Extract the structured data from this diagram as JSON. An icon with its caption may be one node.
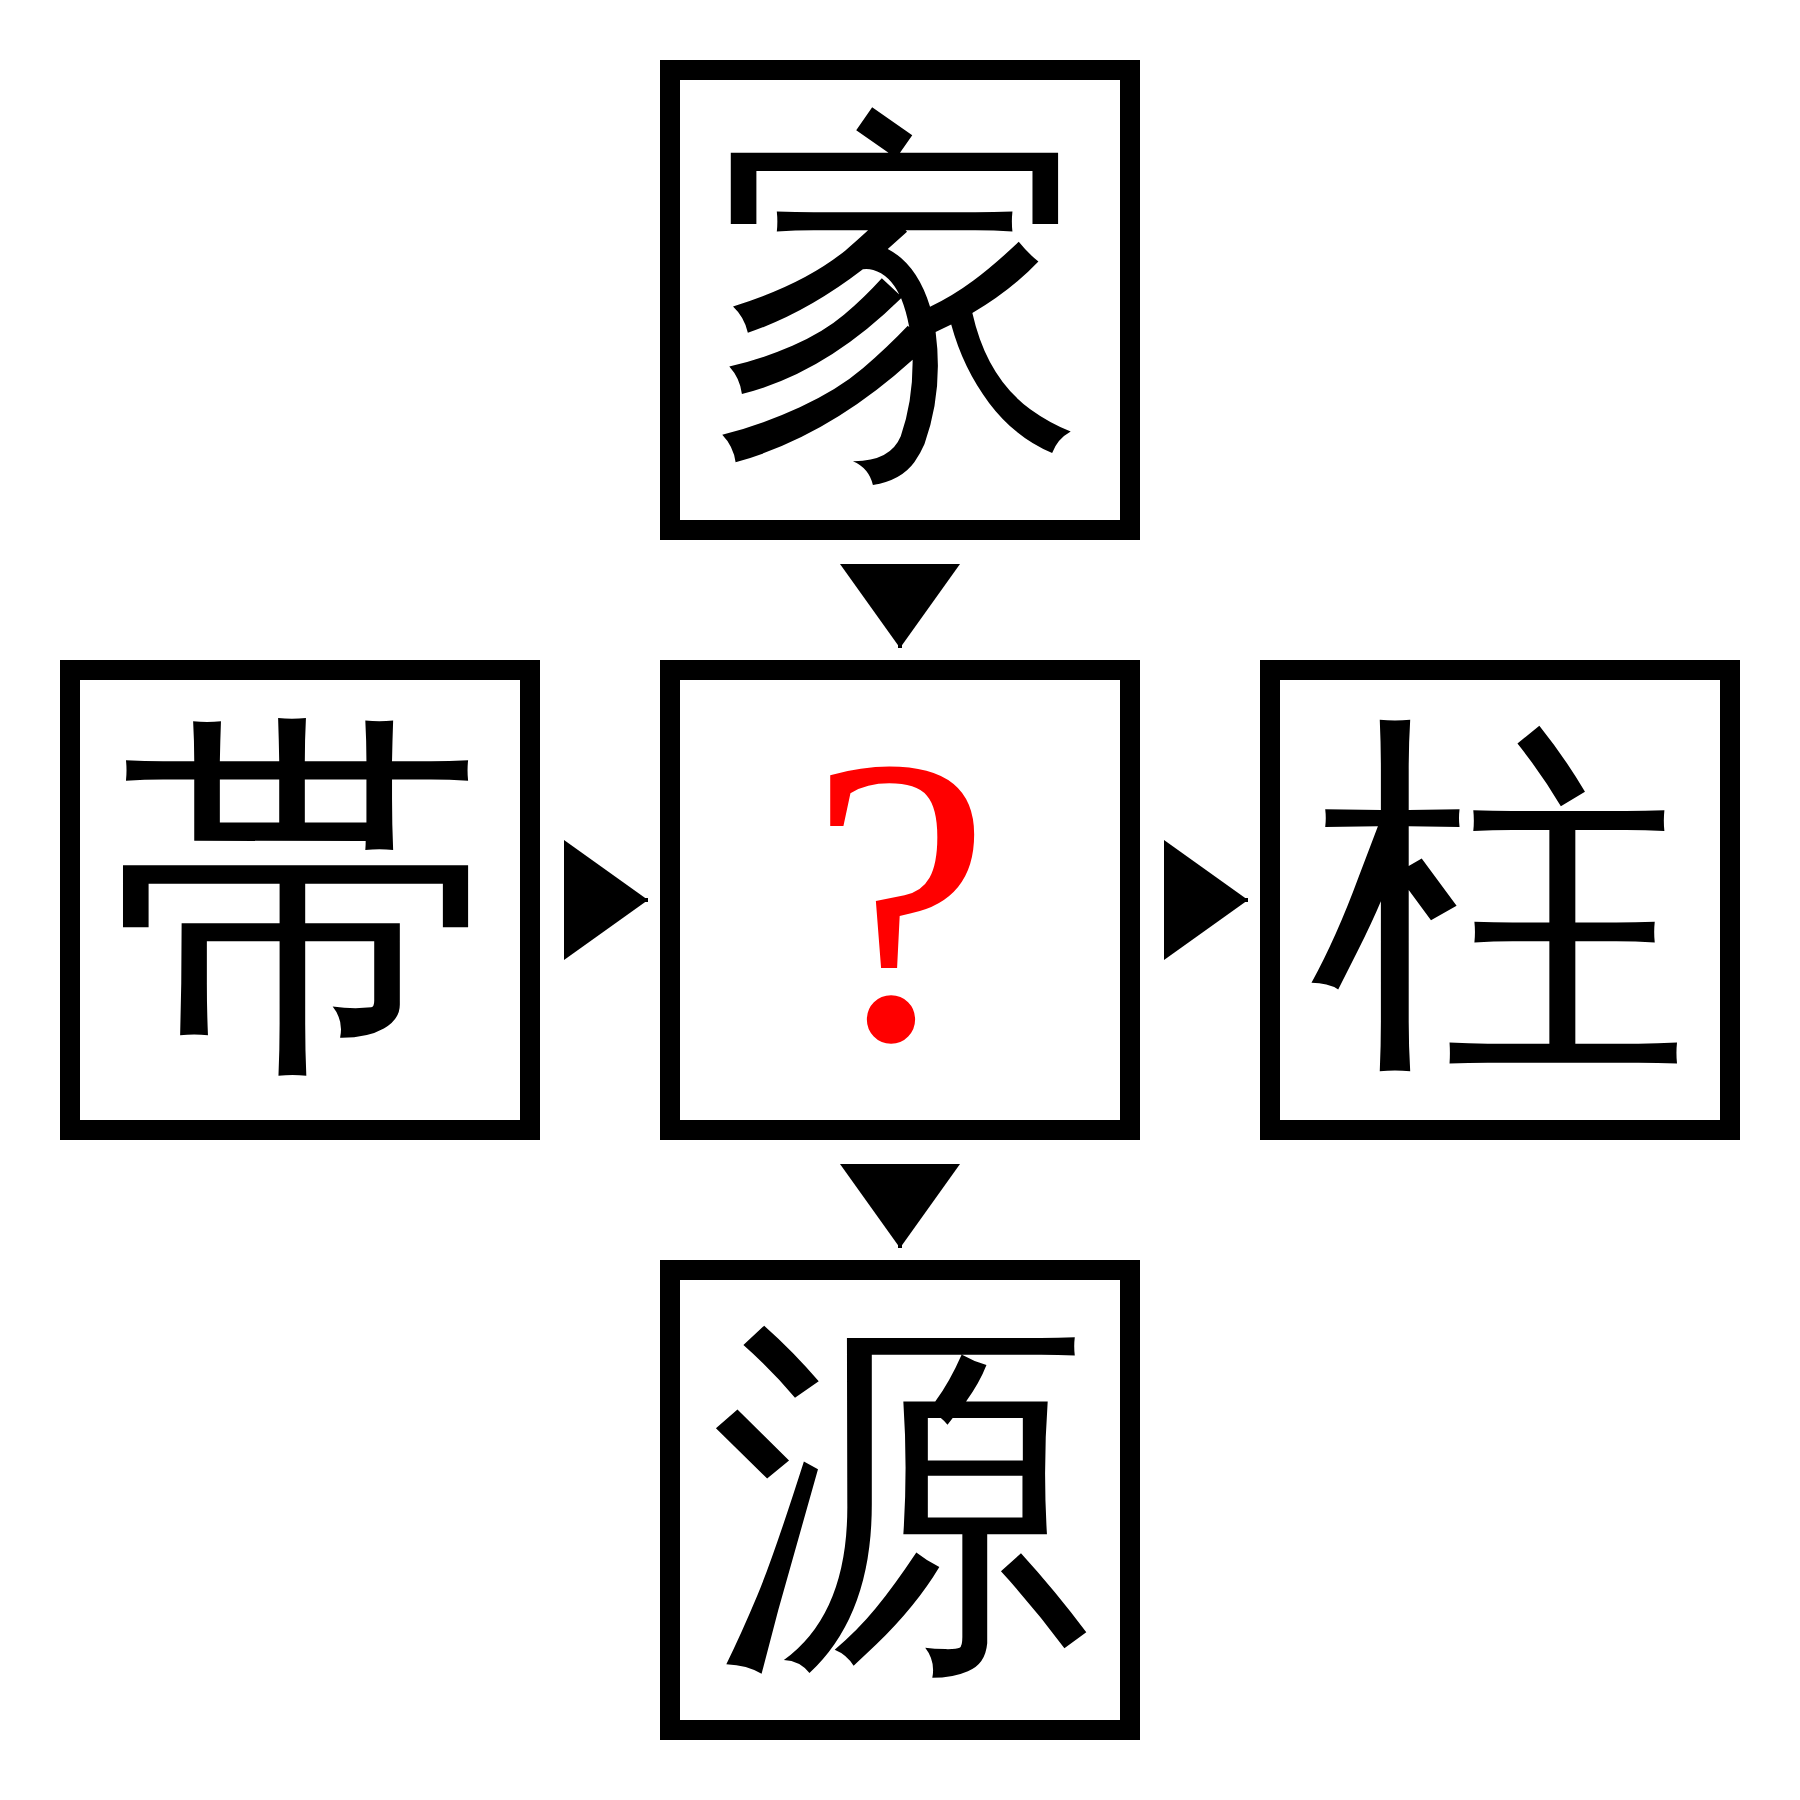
{
  "diagram": {
    "nodes": [
      {
        "text": [
          "家"
        ]
      },
      {
        "text": [
          "帯"
        ]
      },
      {
        "text": [
          "?"
        ]
      },
      {
        "text": [
          "柱"
        ]
      },
      {
        "text": [
          "源"
        ]
      }
    ],
    "edges": [
      {
        "from": 0,
        "to": 2,
        "arrow": "to"
      },
      {
        "from": 1,
        "to": 2,
        "arrow": "to"
      },
      {
        "from": 2,
        "to": 3,
        "arrow": "to"
      },
      {
        "from": 2,
        "to": 4,
        "arrow": "to"
      }
    ]
  }
}
